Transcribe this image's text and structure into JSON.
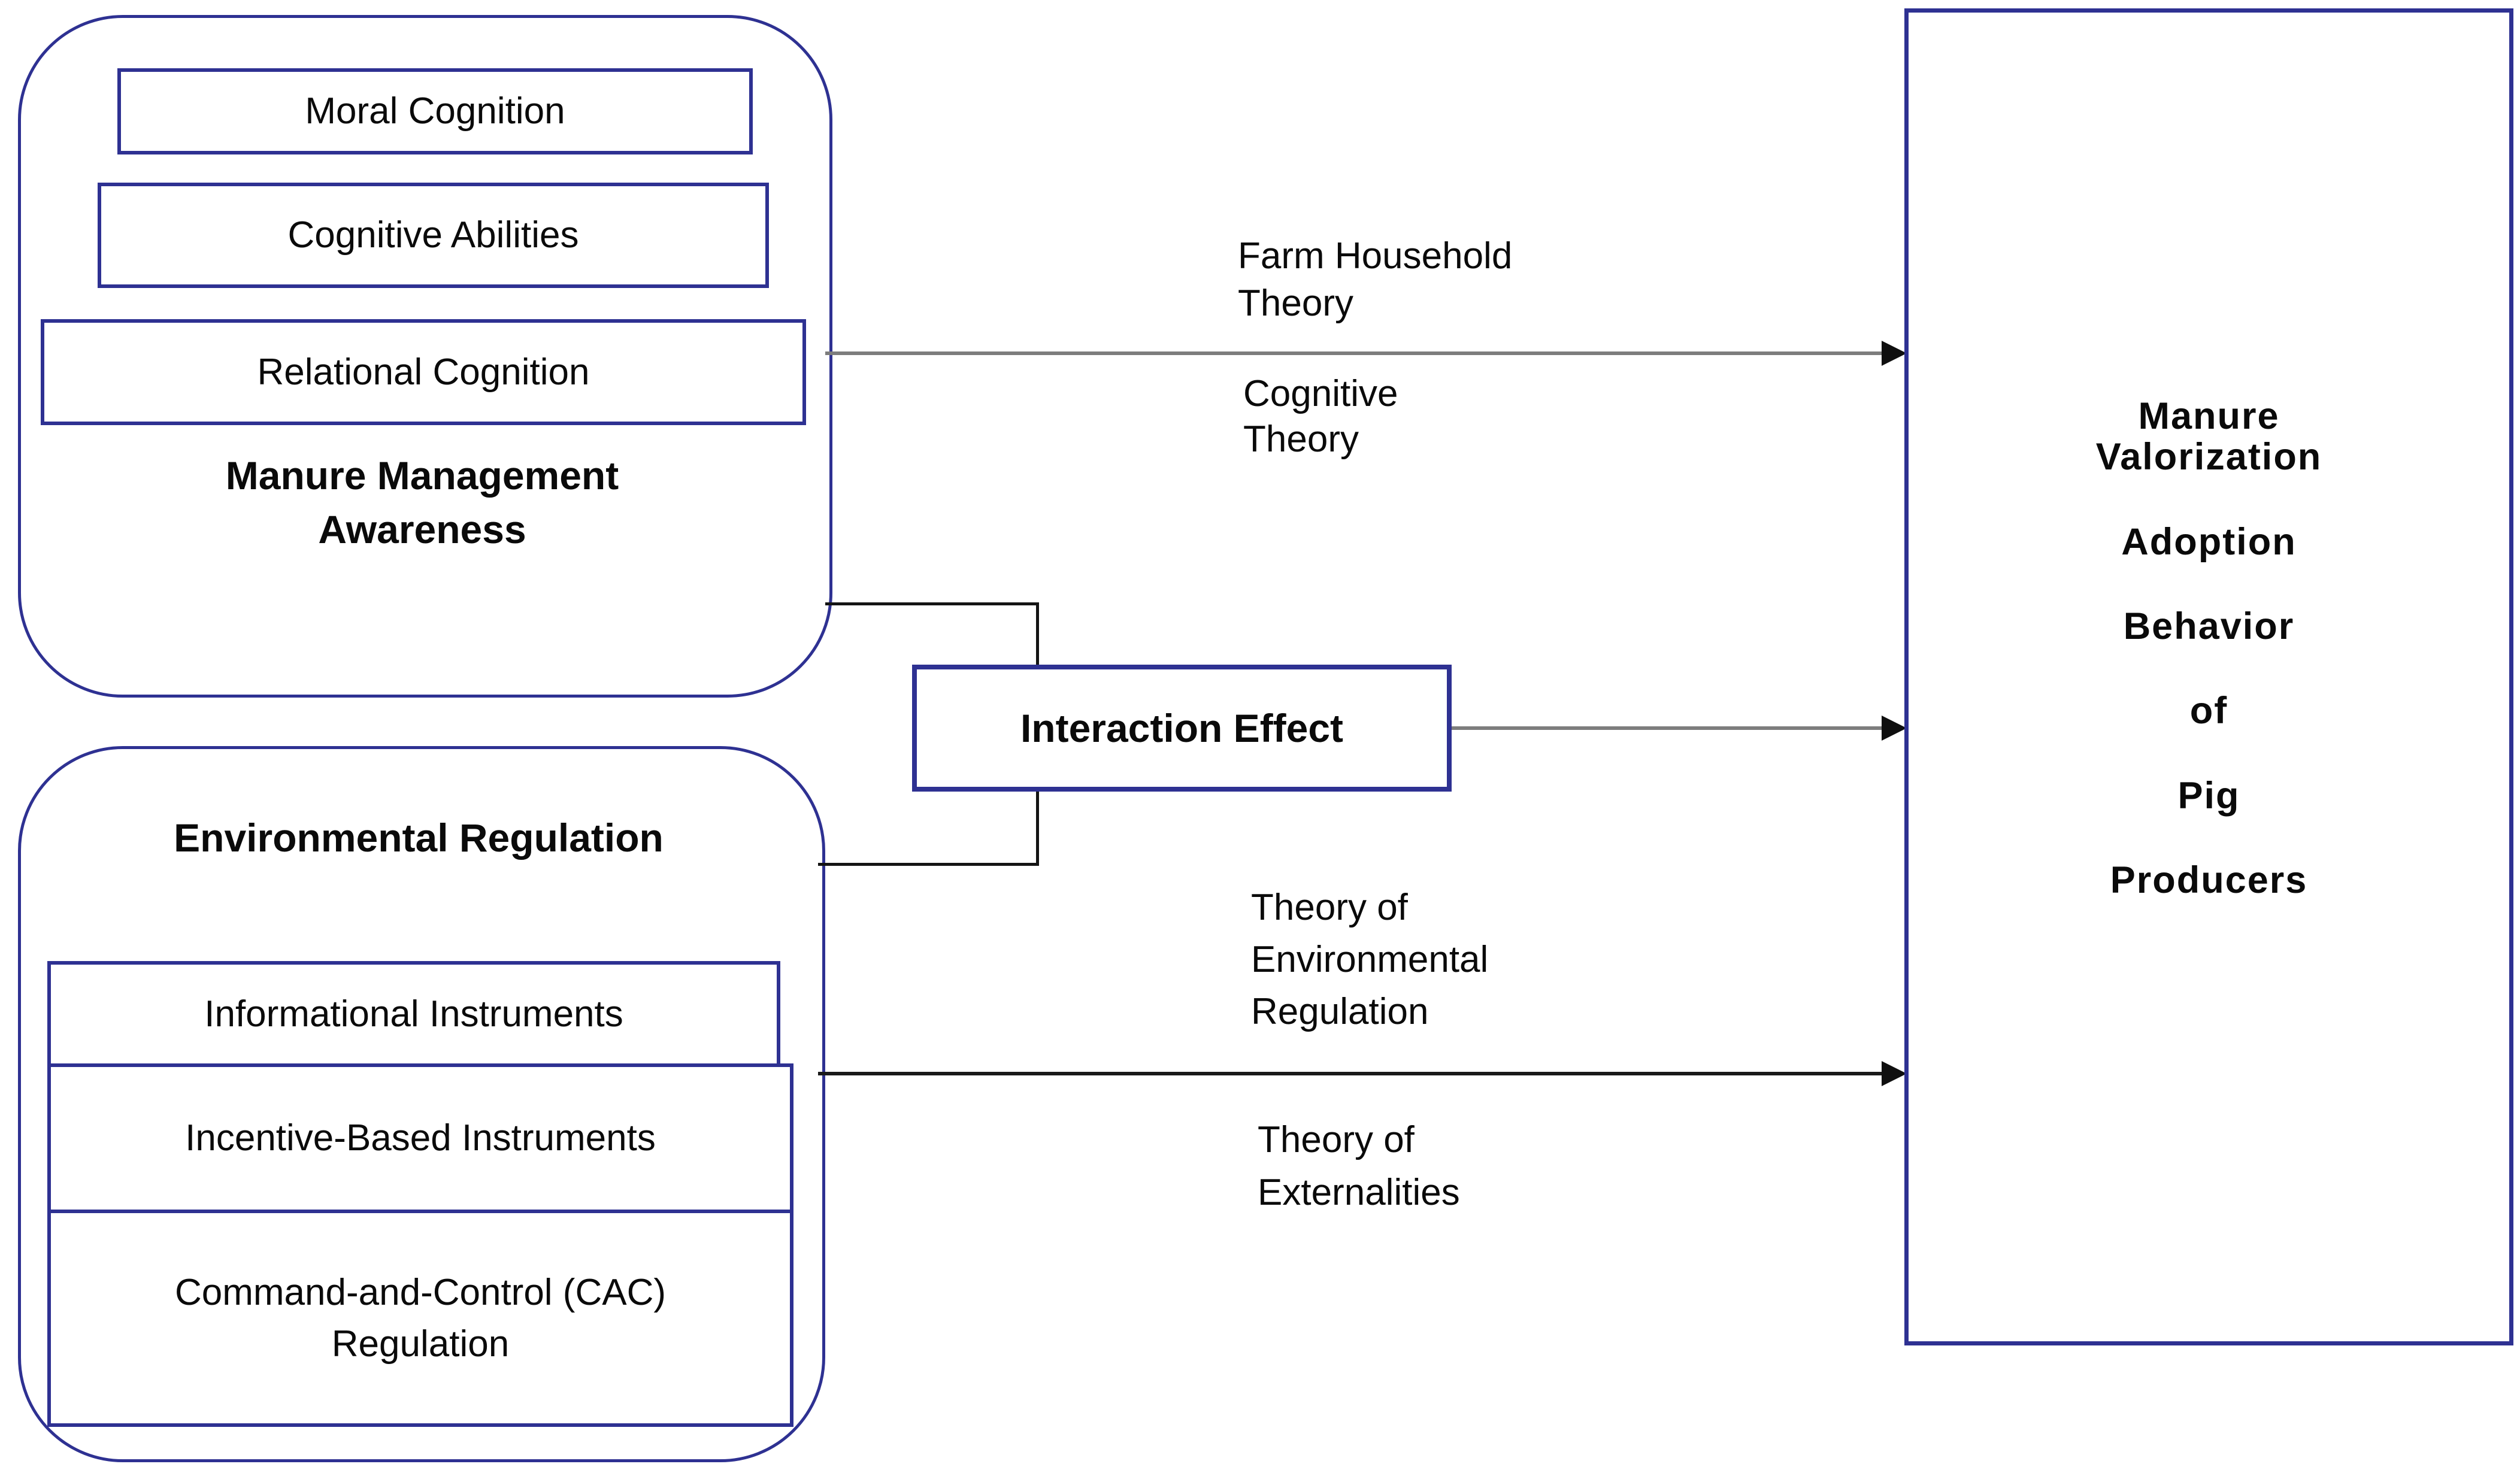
{
  "colors": {
    "border_navy": "#2e3192",
    "arrow_gray": "#7d7d7d",
    "arrow_black": "#1a1a1a",
    "text": "#000000"
  },
  "awareness_group": {
    "title_lines": [
      "Manure Management",
      "Awareness"
    ],
    "items": [
      "Moral Cognition",
      "Cognitive Abilities",
      "Relational Cognition"
    ]
  },
  "regulation_group": {
    "title": "Environmental Regulation",
    "items": [
      "Informational Instruments",
      "Incentive-Based Instruments"
    ],
    "cac_lines": [
      "Command-and-Control (CAC)",
      "Regulation"
    ]
  },
  "interaction_box": {
    "label": "Interaction Effect"
  },
  "outcome_box": {
    "lines": [
      "Manure",
      "Valorization",
      "Adoption",
      "Behavior",
      "of",
      "Pig",
      "Producers"
    ]
  },
  "arrow_labels": {
    "farm_household": [
      "Farm Household",
      "Theory"
    ],
    "cognitive": [
      "Cognitive",
      "Theory"
    ],
    "env_regulation": [
      "Theory of",
      "Environmental",
      "Regulation"
    ],
    "externalities": [
      "Theory of",
      "Externalities"
    ]
  }
}
